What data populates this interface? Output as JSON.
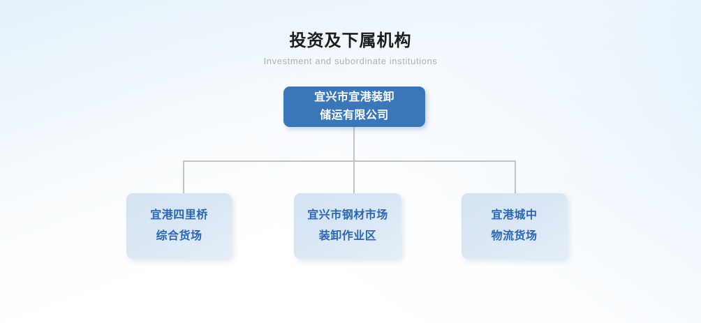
{
  "heading": {
    "title": "投资及下属机构",
    "subtitle": "Investment and subordinate institutions"
  },
  "org_chart": {
    "root": {
      "name": "宜兴市宜港装卸储运有限公司",
      "lines": [
        "宜兴市宜港装卸",
        "储运有限公司"
      ],
      "background_color": "#3a76b8",
      "text_color": "#ffffff"
    },
    "children": [
      {
        "name": "宜港四里桥综合货场",
        "lines": [
          "宜港四里桥",
          "综合货场"
        ],
        "background_color": "#d8e6f4",
        "text_color": "#2a66b0"
      },
      {
        "name": "宜兴市钢材市场装卸作业区",
        "lines": [
          "宜兴市钢材市场",
          "装卸作业区"
        ],
        "background_color": "#d8e6f4",
        "text_color": "#2a66b0"
      },
      {
        "name": "宜港城中物流货场",
        "lines": [
          "宜港城中",
          "物流货场"
        ],
        "background_color": "#d8e6f4",
        "text_color": "#2a66b0"
      }
    ],
    "connector_color": "#c2c2c2"
  },
  "background": {
    "base_color": "#ffffff",
    "tint_color": "#e2f0fa"
  }
}
